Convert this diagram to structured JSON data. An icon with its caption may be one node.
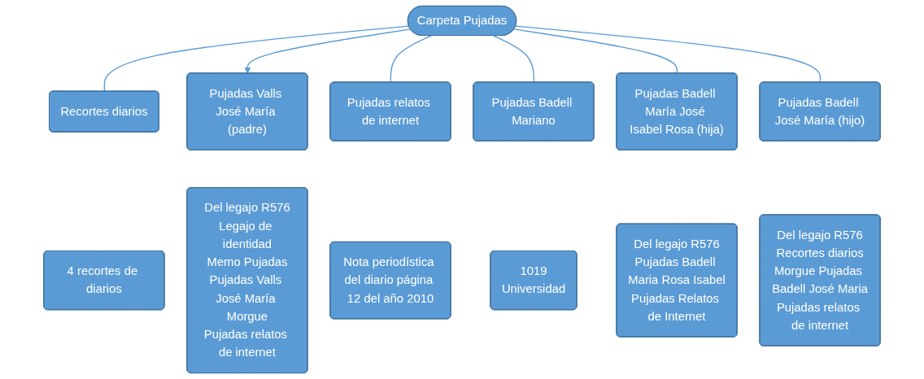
{
  "diagram": {
    "nodes": [
      {
        "text": [
          "Carpeta Pujadas"
        ]
      },
      {
        "text": [
          "Recortes diarios"
        ]
      },
      {
        "text": [
          "Pujadas Valls José María (padre)"
        ]
      },
      {
        "text": [
          "Pujadas relatos de internet"
        ]
      },
      {
        "text": [
          "Pujadas Badell Mariano"
        ]
      },
      {
        "text": [
          "Pujadas Badell María José Isabel Rosa (hija)"
        ]
      },
      {
        "text": [
          "Pujadas Badell José María (hijo)"
        ]
      },
      {
        "text": [
          "4 recortes de diarios"
        ]
      },
      {
        "text": [
          "Del legajo R576",
          "Legajo de identidad",
          "Memo Pujadas",
          "Pujadas Valls José María Morgue",
          "Pujadas relatos de internet"
        ]
      },
      {
        "text": [
          "Nota periodística del diario página 12 del año 2010"
        ]
      },
      {
        "text": [
          "1019",
          "Universidad"
        ]
      },
      {
        "text": [
          "Del legajo R576",
          "Pujadas Badell Maria Rosa Isabel",
          "Pujadas Relatos de Internet"
        ]
      },
      {
        "text": [
          "Del legajo R576",
          "Recortes diarios",
          "Morgue Pujadas Badell José Maria",
          "Pujadas relatos de internet"
        ]
      }
    ],
    "edges": [
      {
        "from": 0,
        "to": 1,
        "arrow": "none"
      },
      {
        "from": 0,
        "to": 2,
        "arrow": "to"
      },
      {
        "from": 0,
        "to": 3,
        "arrow": "none"
      },
      {
        "from": 0,
        "to": 4,
        "arrow": "none"
      },
      {
        "from": 0,
        "to": 5,
        "arrow": "none"
      },
      {
        "from": 0,
        "to": 6,
        "arrow": "none"
      }
    ]
  }
}
